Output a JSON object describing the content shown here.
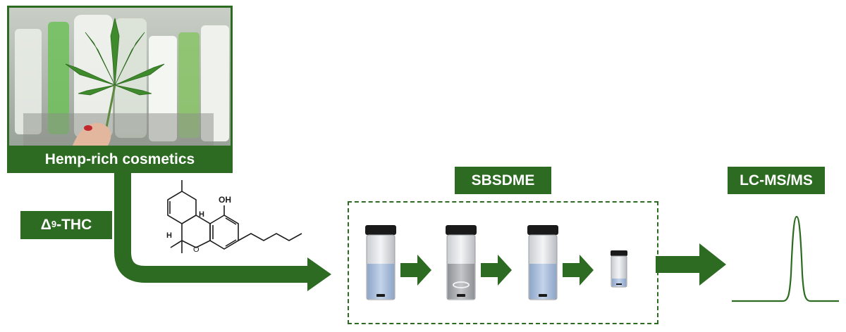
{
  "photo": {
    "caption": "Hemp-rich cosmetics"
  },
  "analyte": {
    "symbol": "Δ",
    "superscript": "9",
    "name": "-THC",
    "structure_label_oh": "OH",
    "structure_label_o": "O",
    "structure_label_h1": "H",
    "structure_label_h2": "H"
  },
  "steps": {
    "extraction_label": "SBSDME",
    "detection_label": "LC-MS/MS"
  },
  "colors": {
    "brand_green": "#2c6b21",
    "liquid_blue": "#aac0e0",
    "vial_cap": "#1a1a1a"
  }
}
